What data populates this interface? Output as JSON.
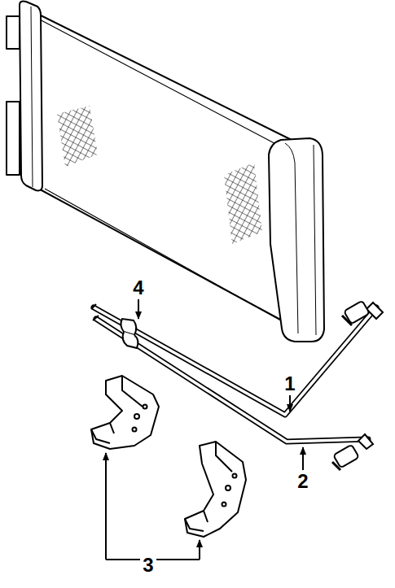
{
  "diagram": {
    "labels": [
      "4",
      "1",
      "2",
      "3"
    ]
  }
}
